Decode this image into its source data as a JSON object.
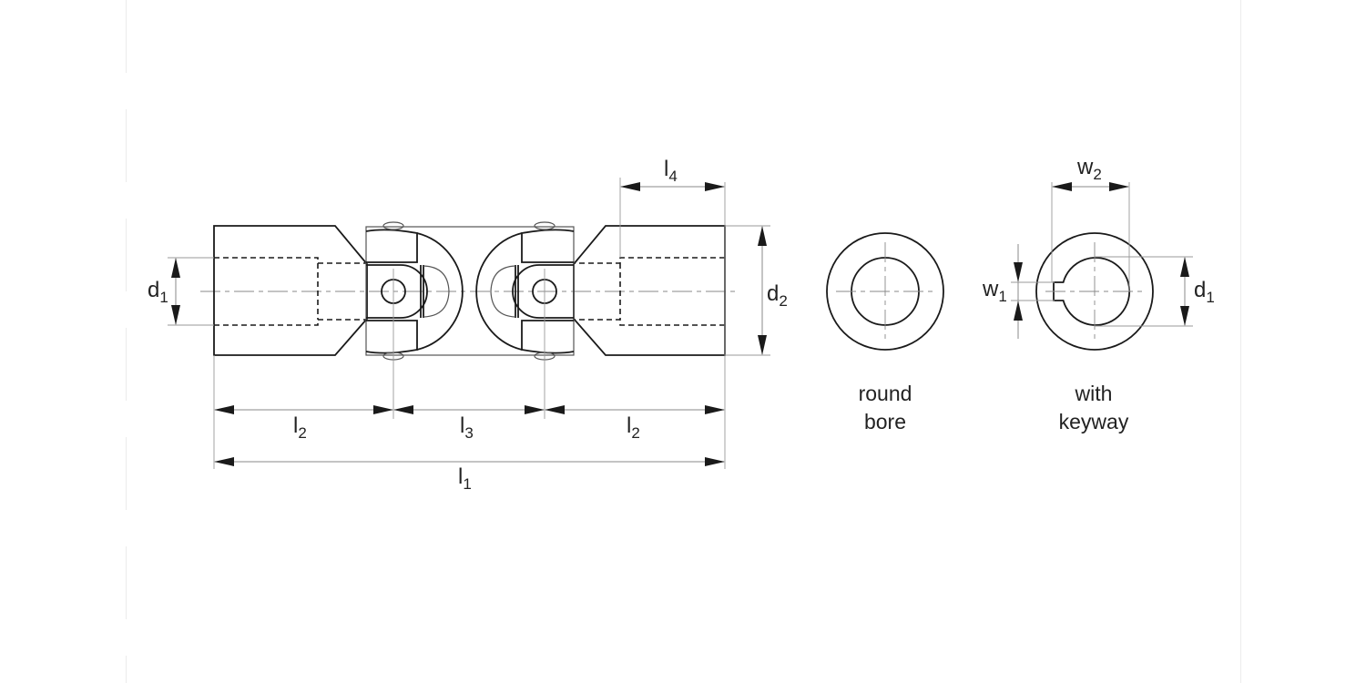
{
  "figure": {
    "title": "Double universal joint dimension drawing",
    "dimensions": {
      "l1": {
        "base": "l",
        "sub": "1"
      },
      "l2_left": {
        "base": "l",
        "sub": "2"
      },
      "l3": {
        "base": "l",
        "sub": "3"
      },
      "l2_right": {
        "base": "l",
        "sub": "2"
      },
      "l4": {
        "base": "l",
        "sub": "4"
      },
      "d1_side": {
        "base": "d",
        "sub": "1"
      },
      "d2": {
        "base": "d",
        "sub": "2"
      },
      "w1": {
        "base": "w",
        "sub": "1"
      },
      "w2": {
        "base": "w",
        "sub": "2"
      },
      "d1_keyway": {
        "base": "d",
        "sub": "1"
      }
    },
    "views": {
      "round_bore": {
        "line1": "round",
        "line2": "bore"
      },
      "keyway": {
        "line1": "with",
        "line2": "keyway"
      }
    }
  }
}
